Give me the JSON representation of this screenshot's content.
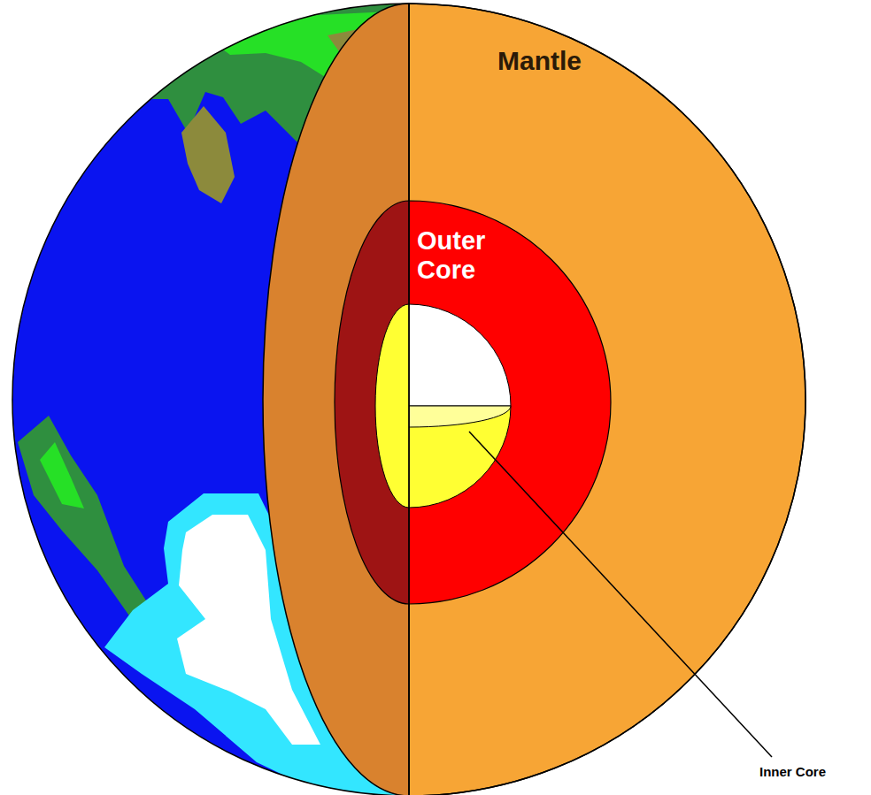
{
  "diagram": {
    "labels": [
      "Mantle",
      "Outer Core",
      "Inner Core"
    ]
  }
}
